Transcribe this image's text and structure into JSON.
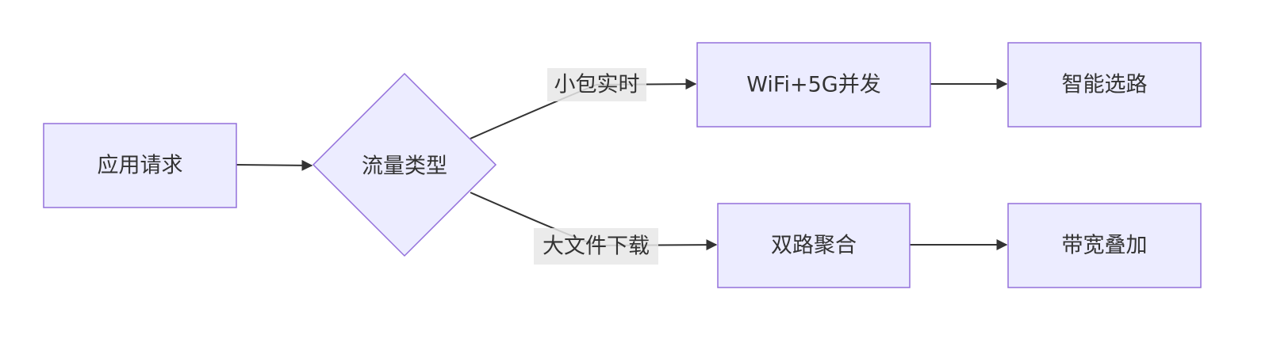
{
  "diagram": {
    "nodes": {
      "app_request": "应用请求",
      "traffic_type": "流量类型",
      "wifi_5g": "WiFi+5G并发",
      "smart_routing": "智能选路",
      "dual_aggregation": "双路聚合",
      "bandwidth_stack": "带宽叠加"
    },
    "edge_labels": {
      "small_realtime": "小包实时",
      "large_download": "大文件下载"
    }
  },
  "colors": {
    "node_fill": "#ECECFF",
    "node_stroke": "#9370DB",
    "edge": "#333333",
    "label_bg": "#E8E8E8"
  }
}
